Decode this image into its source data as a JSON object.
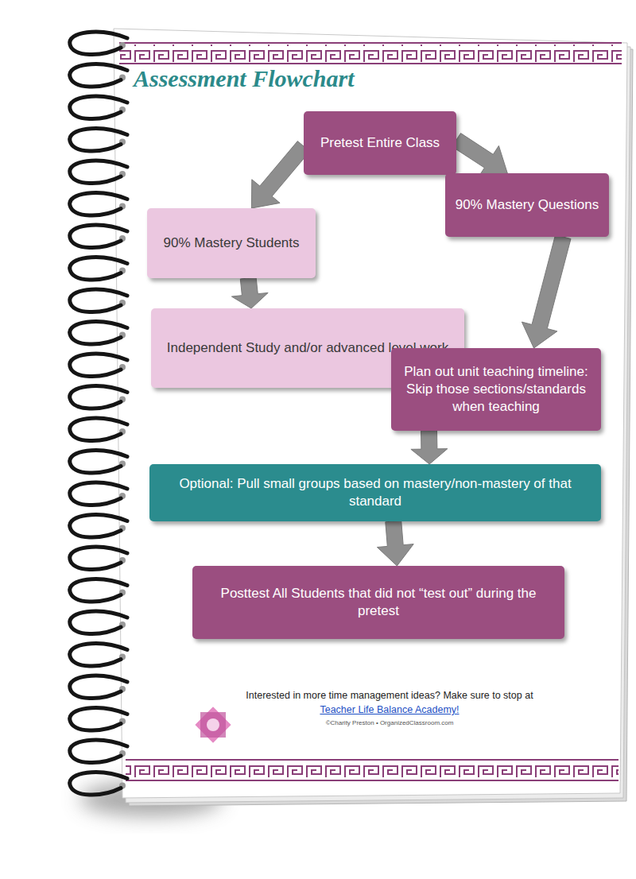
{
  "diagram": {
    "title": "Assessment Flowchart",
    "nodes": [
      {
        "text": [
          "Pretest Entire Class"
        ]
      },
      {
        "text": [
          "90% Mastery Students"
        ]
      },
      {
        "text": [
          "90% Mastery Questions"
        ]
      },
      {
        "text": [
          "Independent Study and/or advanced level work"
        ]
      },
      {
        "text": [
          "Plan out unit teaching timeline: Skip those sections/standards when teaching"
        ]
      },
      {
        "text": [
          "Optional:  Pull small groups based on mastery/non-mastery of that standard"
        ]
      },
      {
        "text": [
          "Posttest All Students that did not “test out” during the pretest"
        ]
      }
    ],
    "edges": [
      {
        "from": 0,
        "to": 1,
        "arrow": "to"
      },
      {
        "from": 0,
        "to": 2,
        "arrow": "to"
      },
      {
        "from": 1,
        "to": 3,
        "arrow": "to"
      },
      {
        "from": 2,
        "to": 4,
        "arrow": "to"
      },
      {
        "from": 4,
        "to": 5,
        "arrow": "to"
      },
      {
        "from": 5,
        "to": 6,
        "arrow": "to"
      }
    ],
    "labels": [
      "Interested in more time management ideas?  Make sure to stop at",
      "Teacher Life Balance Academy!",
      "©Charity Preston • OrganizedClassroom.com"
    ]
  }
}
